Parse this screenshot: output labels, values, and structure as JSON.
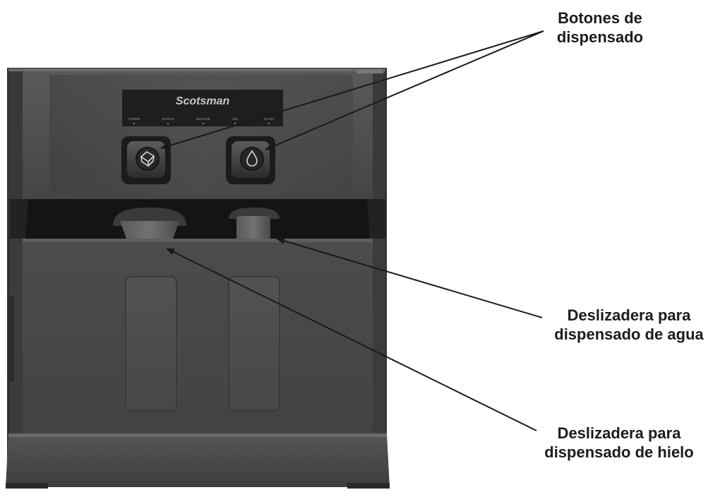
{
  "brand": "Scotsman",
  "indicators": [
    "POWER",
    "STATUS",
    "SERVICE",
    "ICE",
    "FLUSH"
  ],
  "icons": {
    "ice_button": "ice-cube-icon",
    "water_button": "water-drop-icon"
  },
  "callouts": {
    "buttons": {
      "line1": "Botones de",
      "line2": "dispensado"
    },
    "water": {
      "line1": "Deslizadera para",
      "line2": "dispensado de agua"
    },
    "ice": {
      "line1": "Deslizadera para",
      "line2": "dispensado de hielo"
    }
  },
  "colors": {
    "body": "#4a4a4a",
    "body_dark": "#2e2e2e",
    "recess": "#151515",
    "label_text": "#1c1c1c",
    "arrow": "#1a1a1a"
  }
}
